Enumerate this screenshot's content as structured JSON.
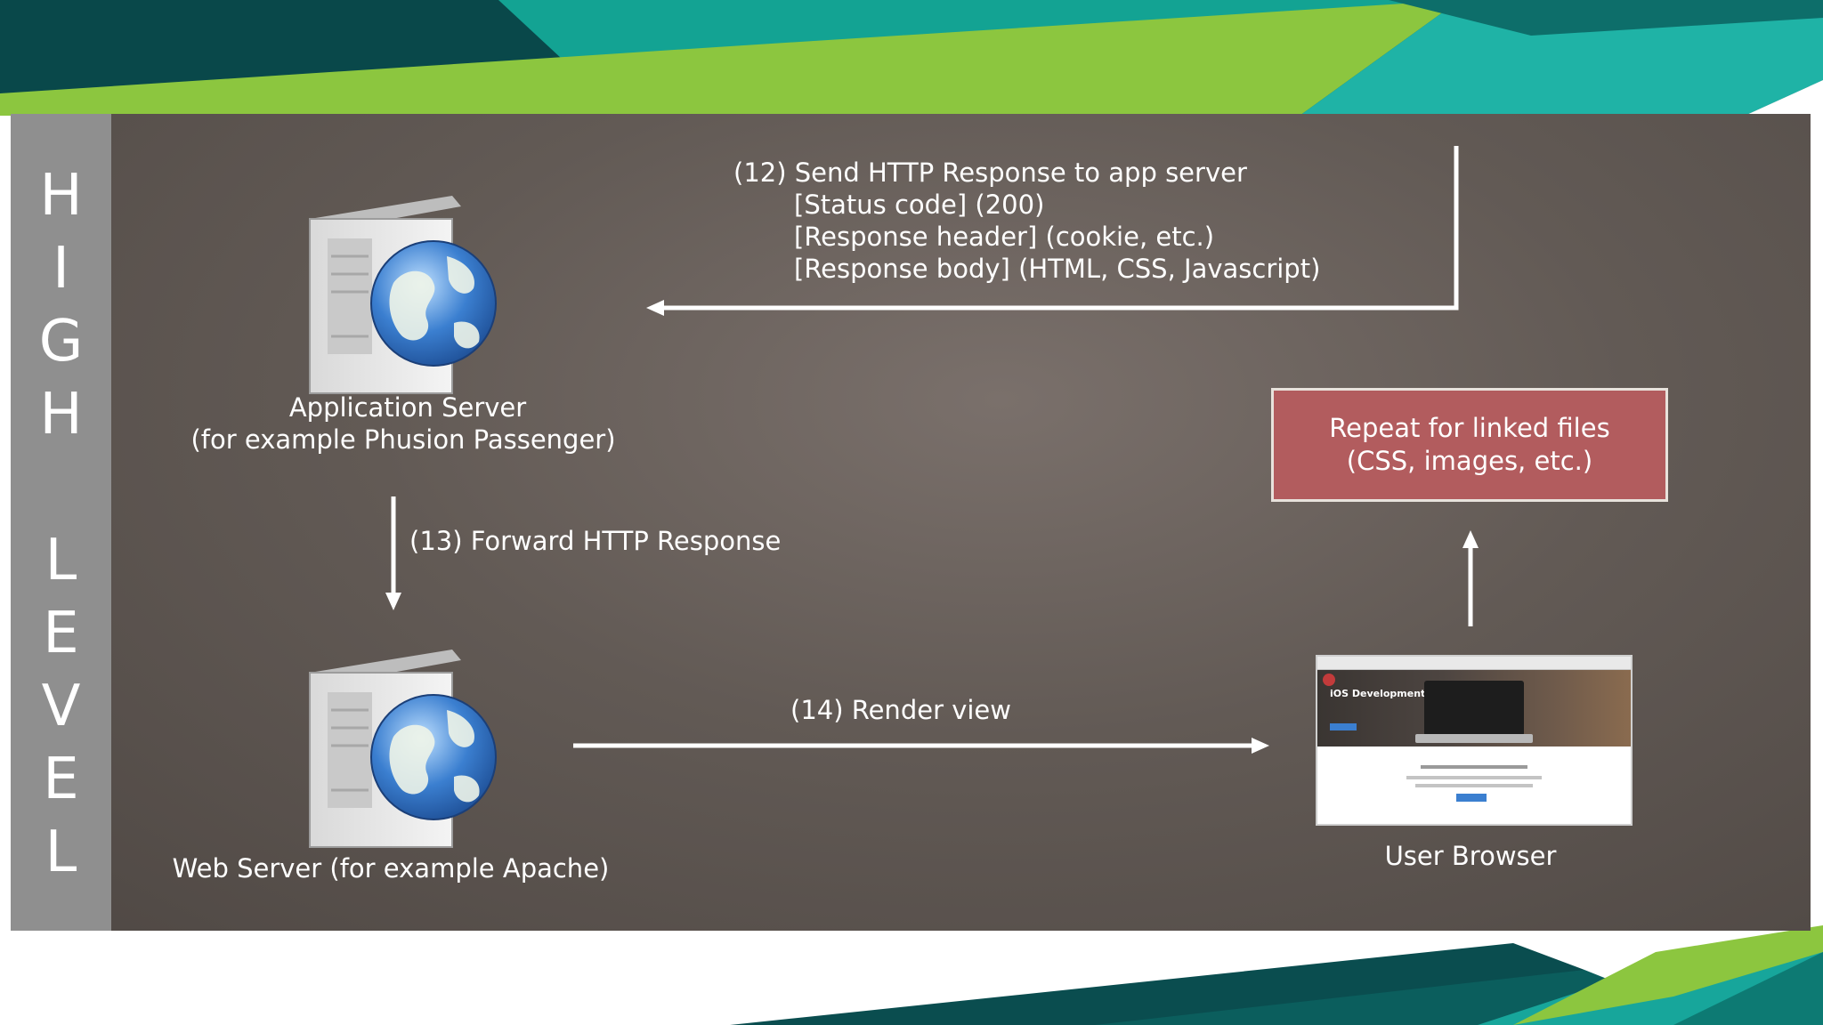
{
  "side_label": [
    "H",
    "I",
    "G",
    "H",
    "L",
    "E",
    "V",
    "E",
    "L"
  ],
  "nodes": {
    "app_server": {
      "line1": "Application Server",
      "line2": "(for example Phusion Passenger)"
    },
    "web_server": {
      "label": "Web Server (for example Apache)"
    },
    "user_browser": {
      "label": "User Browser",
      "hero_title": "iOS Development"
    }
  },
  "steps": {
    "step12": {
      "title": "(12) Send HTTP Response to app server",
      "items": [
        "[Status code] (200)",
        "[Response header] (cookie, etc.)",
        "[Response body] (HTML, CSS, Javascript)"
      ]
    },
    "step13": {
      "title": "(13) Forward HTTP Response"
    },
    "step14": {
      "title": "(14) Render view"
    }
  },
  "repeat_box": {
    "line1": "Repeat for linked files",
    "line2": "(CSS, images, etc.)"
  },
  "colors": {
    "slide_bg": "#625a55",
    "side_strip": "#8f8f8f",
    "repeat_box": "#b25c5e",
    "banner_dark_teal": "#0a4d4f",
    "banner_green": "#8cc63f",
    "banner_teal": "#17a69b"
  }
}
